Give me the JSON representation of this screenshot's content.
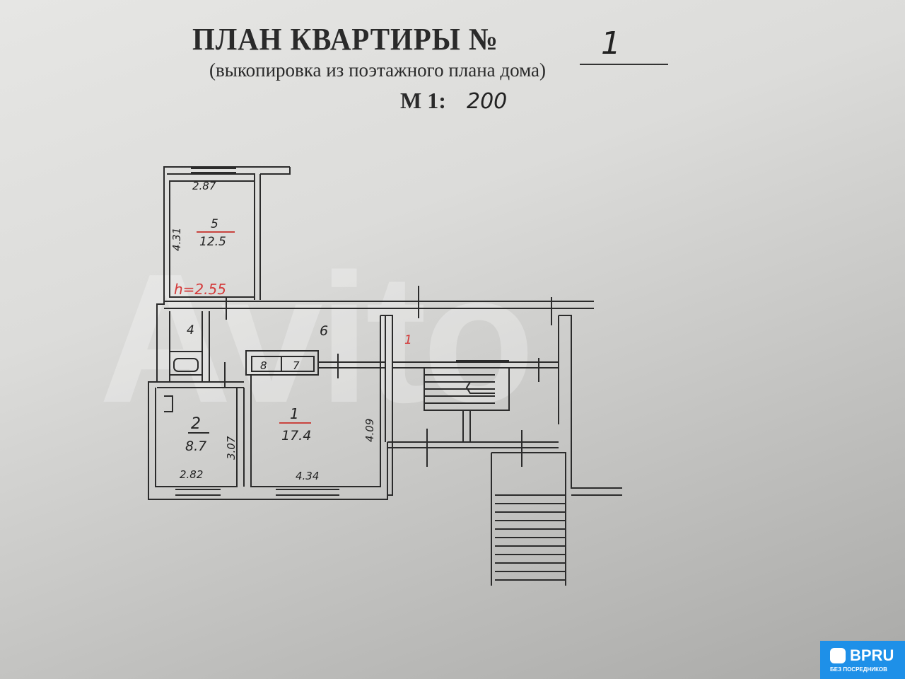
{
  "header": {
    "title": "ПЛАН КВАРТИРЫ №",
    "apartment_number": "1",
    "subtitle": "(выкопировка из поэтажного плана дома)",
    "scale_label": "М  1:",
    "scale_value": "200"
  },
  "plan": {
    "rooms": [
      {
        "number": "5",
        "area": "12.5",
        "width": "2.87",
        "length": "4.31"
      },
      {
        "number": "2",
        "area": "8.7",
        "width": "2.82",
        "length": "3.07"
      },
      {
        "number": "1",
        "area": "17.4",
        "width": "4.34",
        "length": "4.09"
      }
    ],
    "other_labels": [
      "6",
      "4",
      "8",
      "7"
    ],
    "ceiling_height": "h=2.55",
    "red_mark": "1"
  },
  "watermark": "Avito",
  "badge": {
    "name": "BPRU",
    "tagline": "БЕЗ ПОСРЕДНИКОВ"
  },
  "colors": {
    "red": "#d43a3a",
    "badge": "#1e90e8"
  }
}
